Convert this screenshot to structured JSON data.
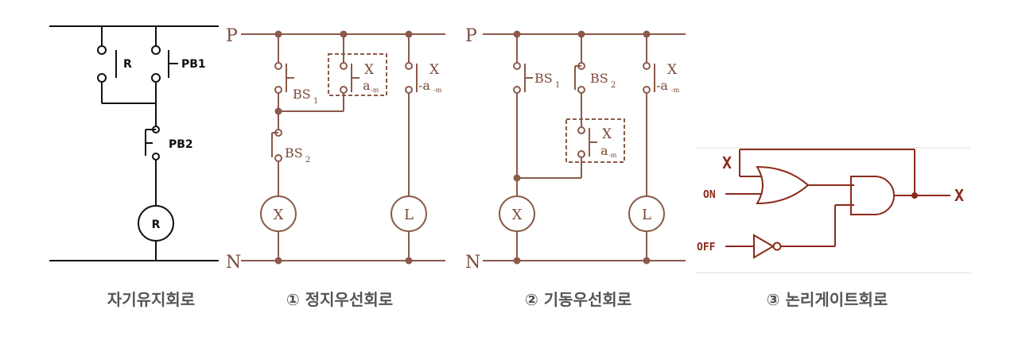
{
  "colors": {
    "ink_black": "#111111",
    "ink_brown": "#8b5a4a",
    "ink_red": "#8b2a1a",
    "caption_gray": "#555555"
  },
  "panel1": {
    "caption": "자기유지회로",
    "label_R_contact": "R",
    "label_PB1": "PB1",
    "label_PB2": "PB2",
    "label_coil": "R"
  },
  "panel2": {
    "caption": "① 정지우선회로",
    "label_P": "P",
    "label_N": "N",
    "label_BS1": "BS",
    "label_BS1_sub": "1",
    "label_BS2": "BS",
    "label_BS2_sub": "2",
    "label_Xa_top": "X",
    "label_Xa_bot": "a",
    "label_Xa_sub": "-m",
    "label_Xa2_top": "X",
    "label_Xa2_bot": "-a",
    "label_Xa2_sub": "-m",
    "label_coil_X": "X",
    "label_coil_L": "L"
  },
  "panel3": {
    "caption": "② 기동우선회로",
    "label_P": "P",
    "label_N": "N",
    "label_BS1": "BS",
    "label_BS1_sub": "1",
    "label_BS2": "BS",
    "label_BS2_sub": "2",
    "label_Xa_top": "X",
    "label_Xa_bot": "a",
    "label_Xa_sub": "-m",
    "label_Xa2_top": "X",
    "label_Xa2_bot": "-a",
    "label_Xa2_sub": "-m",
    "label_coil_X": "X",
    "label_coil_L": "L"
  },
  "panel4": {
    "caption": "③ 논리게이트회로",
    "label_X_in": "X",
    "label_ON": "ON",
    "label_OFF": "OFF",
    "label_X_out": "X"
  }
}
